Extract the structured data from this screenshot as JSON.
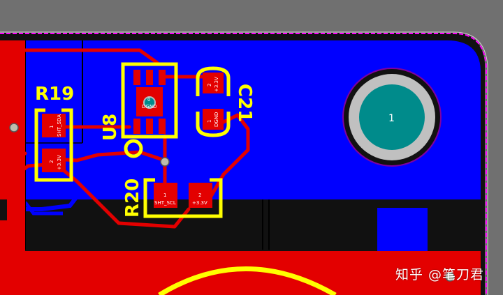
{
  "colors": {
    "background": "#707070",
    "board_black": "#111111",
    "top_copper": "#e30000",
    "bottom_copper": "#0000ff",
    "silkscreen": "#ffff00",
    "board_outline": "#ff00ff",
    "pad_hole": "#008b8b"
  },
  "components": {
    "r19": {
      "designator": "R19",
      "pad1_number": "1",
      "pad1_net": "SHT_SDA",
      "pad2_number": "2",
      "pad2_net": "+3.3V"
    },
    "u8": {
      "designator": "U8",
      "pad0_number": "0",
      "pad0_net": "DGND"
    },
    "c21": {
      "designator": "C21",
      "pad1_number": "1",
      "pad1_net": "DGND",
      "pad2_number": "2",
      "pad2_net": "+3.3V"
    },
    "r20": {
      "designator": "R20",
      "pad1_number": "1",
      "pad1_net": "SHT_SCL",
      "pad2_number": "2",
      "pad2_net": "+3.3V"
    },
    "mounting_hole": {
      "number": "1"
    }
  },
  "watermark": {
    "text": "知乎 @笔刀君"
  }
}
